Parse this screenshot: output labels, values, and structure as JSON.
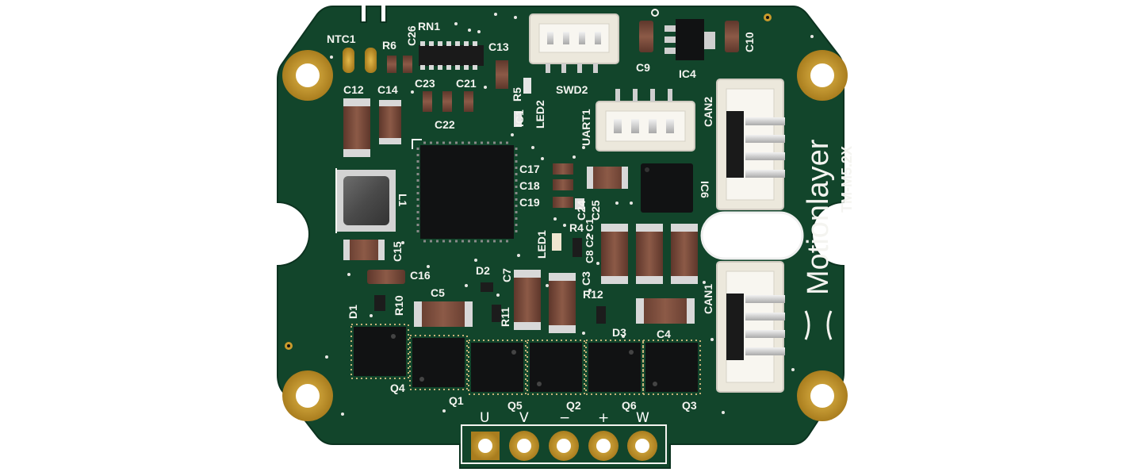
{
  "board": {
    "brand": "Motionlayer",
    "model": "TM-M5.2X",
    "colors": {
      "pcb": "#12452b",
      "pcb_edge": "#0c3320",
      "silkscreen": "#f4f4f0",
      "gold": "#c99a2c",
      "ic_body": "#111213",
      "capacitor": "#7a4b3c",
      "connector": "#ece8dc",
      "background": "#ffffff"
    }
  },
  "silkscreen_labels": {
    "ntc1": "NTC1",
    "r6": "R6",
    "c26": "C26",
    "rn1": "RN1",
    "c13": "C13",
    "swd2": "SWD2",
    "c9": "C9",
    "ic4": "IC4",
    "c10": "C10",
    "c12": "C12",
    "c14": "C14",
    "c23": "C23",
    "c21": "C21",
    "c22": "C22",
    "r5": "R5",
    "ic1": "IC1",
    "led2": "LED2",
    "uart1": "UART1",
    "can2": "CAN2",
    "c17": "C17",
    "c18": "C18",
    "c19": "C19",
    "c24": "C24",
    "c25": "C25",
    "ic6": "IC6",
    "l1": "L1",
    "led1": "LED1",
    "r4": "R4",
    "c8": "C8",
    "c2": "C2",
    "c1": "C1",
    "c15": "C15",
    "c16": "C16",
    "d2": "D2",
    "c7": "C7",
    "c3": "C3",
    "c5": "C5",
    "r10": "R10",
    "d1": "D1",
    "r11": "R11",
    "r12": "R12",
    "d3": "D3",
    "c4": "C4",
    "can1": "CAN1",
    "q4": "Q4",
    "q1": "Q1",
    "q5": "Q5",
    "q2": "Q2",
    "q6": "Q6",
    "q3": "Q3"
  },
  "power_pins": [
    "U",
    "V",
    "−",
    "+",
    "W"
  ]
}
